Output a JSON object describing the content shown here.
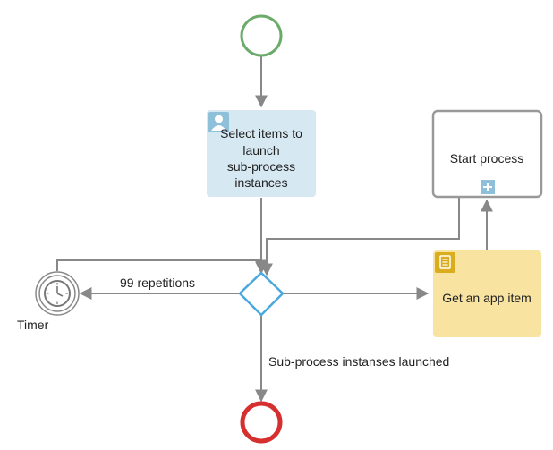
{
  "colors": {
    "start_event": "#6aab6a",
    "end_event": "#d62f2f",
    "user_task_fill": "#d6e8f2",
    "user_task_icon": "#8fc0da",
    "script_task_fill": "#f8e3a0",
    "script_task_icon": "#d9ad1e",
    "gateway": "#4aa8df",
    "subprocess_border": "#999999",
    "subprocess_marker": "#8fc0da",
    "flow": "#888888",
    "timer": "#777777"
  },
  "nodes": {
    "start_event": {
      "icon": "start-event-circle"
    },
    "user_task": {
      "icon": "user-icon",
      "label_lines": [
        "Select items to",
        "launch",
        "sub-process",
        "instances"
      ]
    },
    "subprocess": {
      "label": "Start process",
      "marker_icon": "plus-icon"
    },
    "script_task": {
      "icon": "document-icon",
      "label": "Get an app item"
    },
    "gateway": {
      "icon": "exclusive-gateway-diamond"
    },
    "timer": {
      "icon": "clock-icon",
      "label": "Timer"
    },
    "end_event": {
      "icon": "end-event-circle"
    }
  },
  "flows": {
    "repetitions_label": "99 repetitions",
    "launched_label": "Sub-process instanses launched"
  }
}
